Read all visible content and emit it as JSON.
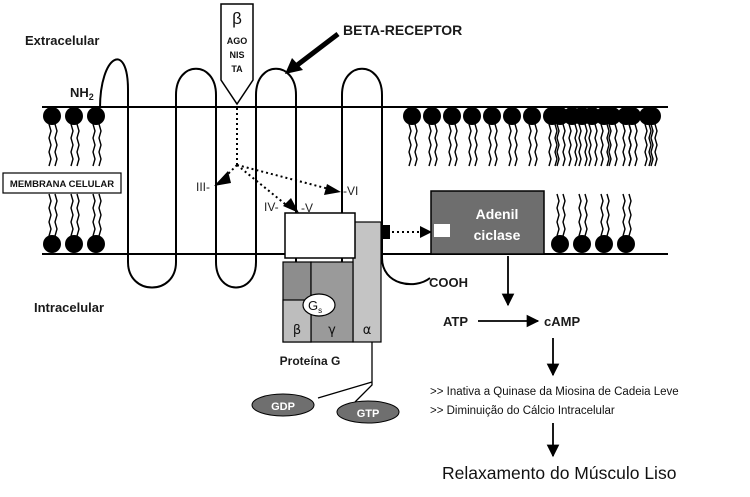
{
  "labels": {
    "extracellular": "Extracelular",
    "intracellular": "Intracelular",
    "nh2": "NH",
    "nh2_sub": "2",
    "cooh": "COOH",
    "membrane": "MEMBRANA CELULAR",
    "beta_receptor": "BETA-RECEPTOR"
  },
  "agonist": {
    "symbol": "β",
    "lines": [
      "AGO",
      "NIS",
      "TA"
    ]
  },
  "helix_labels": [
    "III-",
    "IV-",
    "-V",
    "-VI"
  ],
  "g_protein": {
    "label": "Proteína G",
    "gs": "G",
    "gs_sub": "s",
    "beta": "β",
    "gamma": "γ",
    "alpha": "α",
    "gdp": "GDP",
    "gtp": "GTP"
  },
  "adenylyl": {
    "line1": "Adenil",
    "line2": "ciclase"
  },
  "reaction": {
    "atp": "ATP",
    "camp": "cAMP"
  },
  "effects": [
    ">> Inativa a Quinase da Miosina de Cadeia Leve",
    ">> Diminuição do Cálcio Intracelular"
  ],
  "result": "Relaxamento do Músculo Liso"
}
